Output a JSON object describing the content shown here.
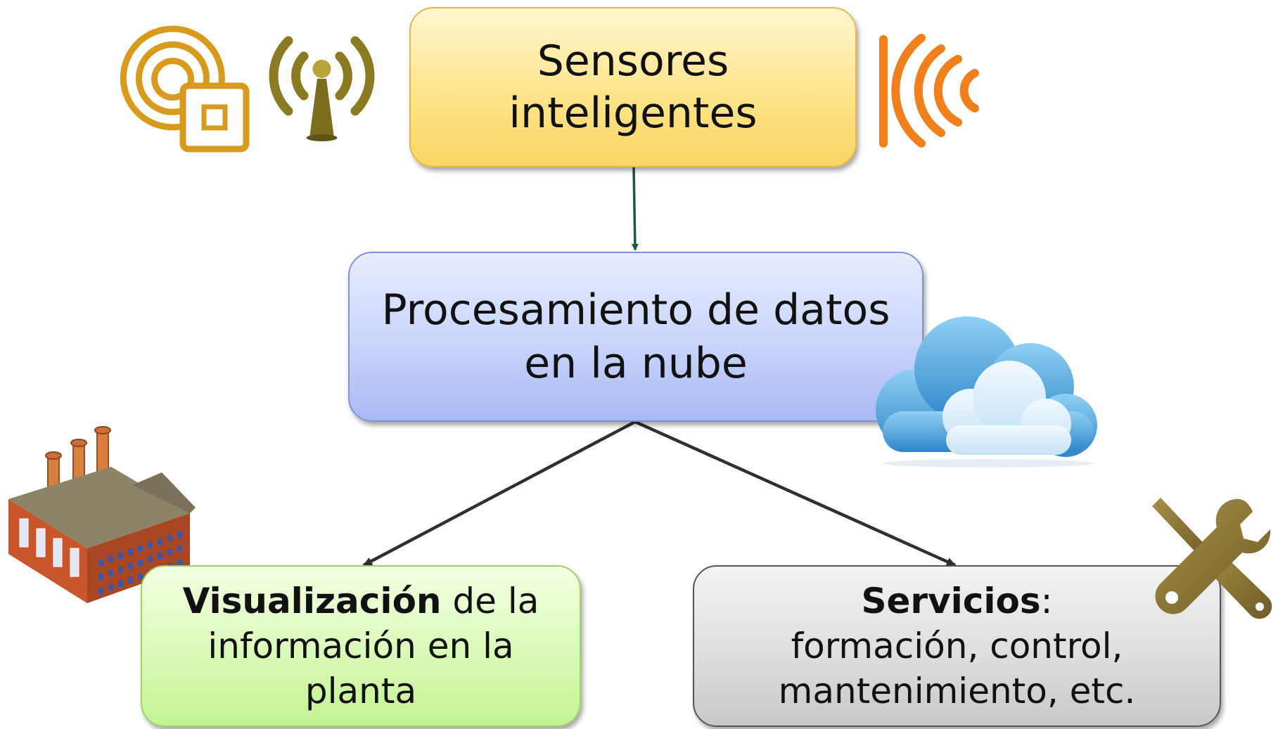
{
  "nodes": {
    "sensors": {
      "line1": "Sensores",
      "line2": "inteligentes",
      "fill_color": "#fde48a"
    },
    "processing": {
      "line1": "Procesamiento de datos",
      "line2": "en la nube",
      "fill_color": "#c8d4fb"
    },
    "visualization": {
      "bold": "Visualización",
      "rest": " de la",
      "line2": "información en la",
      "line3": "planta",
      "fill_color": "#d9fab8"
    },
    "services": {
      "bold": "Servicios",
      "rest": ":",
      "line2": "formación, control,",
      "line3": "mantenimiento, etc.",
      "fill_color": "#dedede"
    }
  },
  "edges": [
    {
      "from": "Sensores inteligentes",
      "to": "Procesamiento de datos en la nube"
    },
    {
      "from": "Procesamiento de datos en la nube",
      "to": "Visualización de la información en la planta"
    },
    {
      "from": "Procesamiento de datos en la nube",
      "to": "Servicios"
    }
  ],
  "icons": {
    "rfid": {
      "name": "rfid-sensor-icon",
      "color": "#d89a1c"
    },
    "antenna": {
      "name": "wireless-antenna-icon",
      "color": "#8a7a22"
    },
    "signal": {
      "name": "signal-waves-icon",
      "color": "#f07f1c"
    },
    "cloud": {
      "name": "cloud-icon",
      "color": "#5aa7de"
    },
    "factory": {
      "name": "factory-icon",
      "color": "#c8562a"
    },
    "tools": {
      "name": "wrench-screwdriver-icon",
      "color": "#8a7430"
    }
  },
  "connector_color": "#2e2e38",
  "arrow_top_color": "#155a45"
}
